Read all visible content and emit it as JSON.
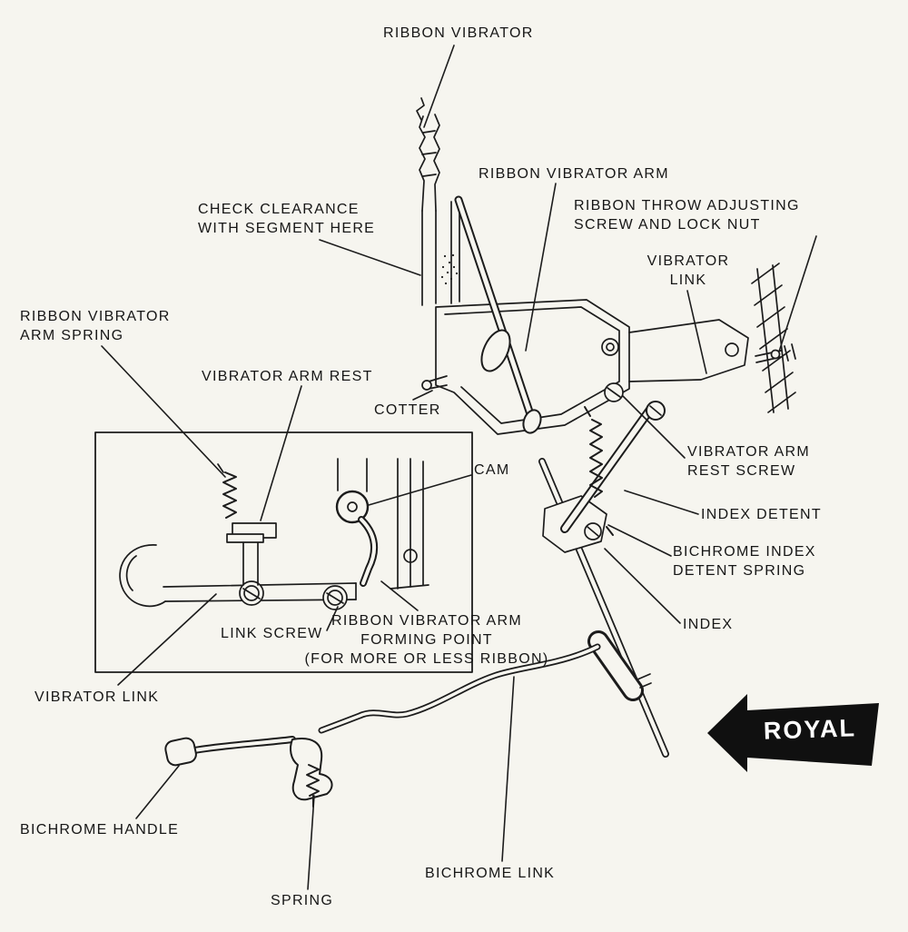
{
  "brand": {
    "arrow_label": "ROYAL"
  },
  "labels": {
    "ribbon_vibrator": "RIBBON VIBRATOR",
    "ribbon_vibrator_arm": "RIBBON VIBRATOR ARM",
    "check_clearance": "CHECK CLEARANCE\nWITH SEGMENT HERE",
    "ribbon_throw": "RIBBON THROW ADJUSTING\nSCREW AND LOCK NUT",
    "vibrator_link_upper": "VIBRATOR\nLINK",
    "arm_spring": "RIBBON VIBRATOR\nARM SPRING",
    "vibrator_arm_rest": "VIBRATOR ARM REST",
    "cotter": "COTTER",
    "arm_rest_screw": "VIBRATOR ARM\nREST SCREW",
    "cam": "CAM",
    "index_detent": "INDEX DETENT",
    "bichrome_index_detent_spring": "BICHROME INDEX\nDETENT SPRING",
    "link_screw": "LINK SCREW",
    "forming_point": "RIBBON VIBRATOR ARM\nFORMING POINT\n(FOR MORE OR LESS RIBBON)",
    "index": "INDEX",
    "vibrator_link_lower": "VIBRATOR LINK",
    "bichrome_handle": "BICHROME HANDLE",
    "bichrome_link": "BICHROME LINK",
    "spring": "SPRING"
  },
  "colors": {
    "ink": "#1c1c1c",
    "paper": "#f6f5ef",
    "arrow_fill": "#101010",
    "arrow_text": "#ffffff"
  }
}
